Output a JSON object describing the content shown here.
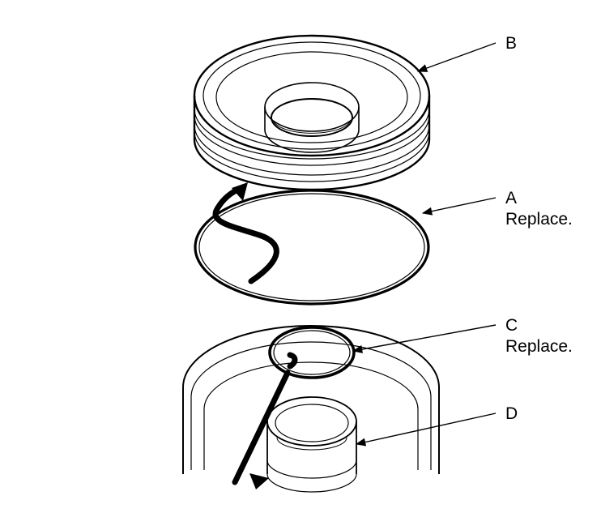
{
  "callouts": {
    "a": {
      "letter": "A",
      "note": "Replace."
    },
    "b": {
      "letter": "B"
    },
    "c": {
      "letter": "C",
      "note": "Replace."
    },
    "d": {
      "letter": "D"
    }
  }
}
